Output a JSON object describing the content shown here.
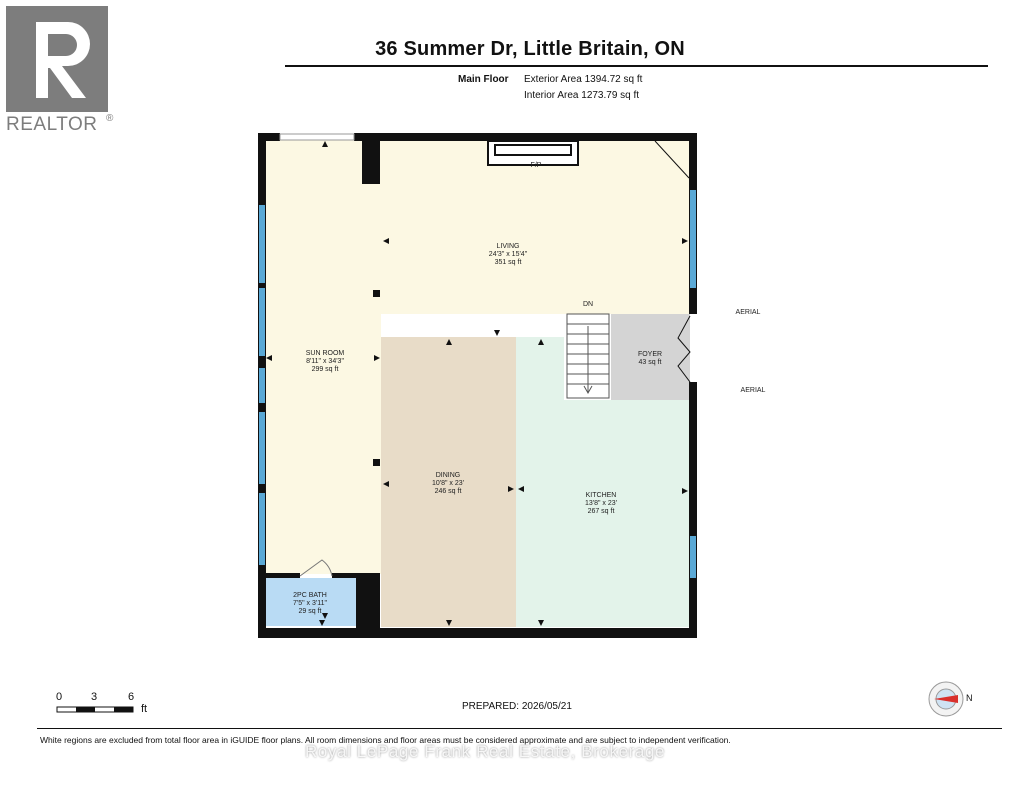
{
  "logo": {
    "brand_text": "REALTOR",
    "mark": "registered-mark"
  },
  "header": {
    "title": "36 Summer Dr, Little Britain, ON",
    "floor_name": "Main Floor",
    "exterior_area": "Exterior Area 1394.72 sq ft",
    "interior_area": "Interior Area 1273.79 sq ft"
  },
  "plan": {
    "rooms": {
      "living": {
        "name": "LIVING",
        "dims": "24'3\" x 15'4\"",
        "area": "351 sq ft"
      },
      "sun_room": {
        "name": "SUN ROOM",
        "dims": "8'11\" x 34'3\"",
        "area": "299 sq ft"
      },
      "foyer": {
        "name": "FOYER",
        "area": "43 sq ft"
      },
      "dining": {
        "name": "DINING",
        "dims": "10'8\" x 23'",
        "area": "246 sq ft"
      },
      "kitchen": {
        "name": "KITCHEN",
        "dims": "13'8\" x 23'",
        "area": "267 sq ft"
      },
      "bath": {
        "name": "2PC BATH",
        "dims": "7'5\" x 3'11\"",
        "area": "29 sq ft"
      }
    },
    "labels": {
      "fireplace": "F/P",
      "stairs": "DN",
      "aerial_1": "AERIAL",
      "aerial_2": "AERIAL"
    },
    "colors": {
      "living": "#fcf8e3",
      "sun_room": "#fcf8e3",
      "dining": "#e8dcc8",
      "kitchen": "#e3f3ea",
      "bath": "#b9dbf4",
      "foyer": "#d4d4d4",
      "window": "#5aa9d6",
      "wall": "#111111"
    }
  },
  "scale": {
    "labels": [
      "0",
      "3",
      "6"
    ],
    "unit": "ft"
  },
  "compass": {
    "label": "N"
  },
  "footer": {
    "prepared": "PREPARED: 2026/05/21",
    "disclaimer": "White regions are excluded from total floor area in iGUIDE floor plans. All room dimensions and floor areas must be considered approximate and are subject to independent verification.",
    "watermark": "Royal LePage Frank Real Estate, Brokerage"
  }
}
